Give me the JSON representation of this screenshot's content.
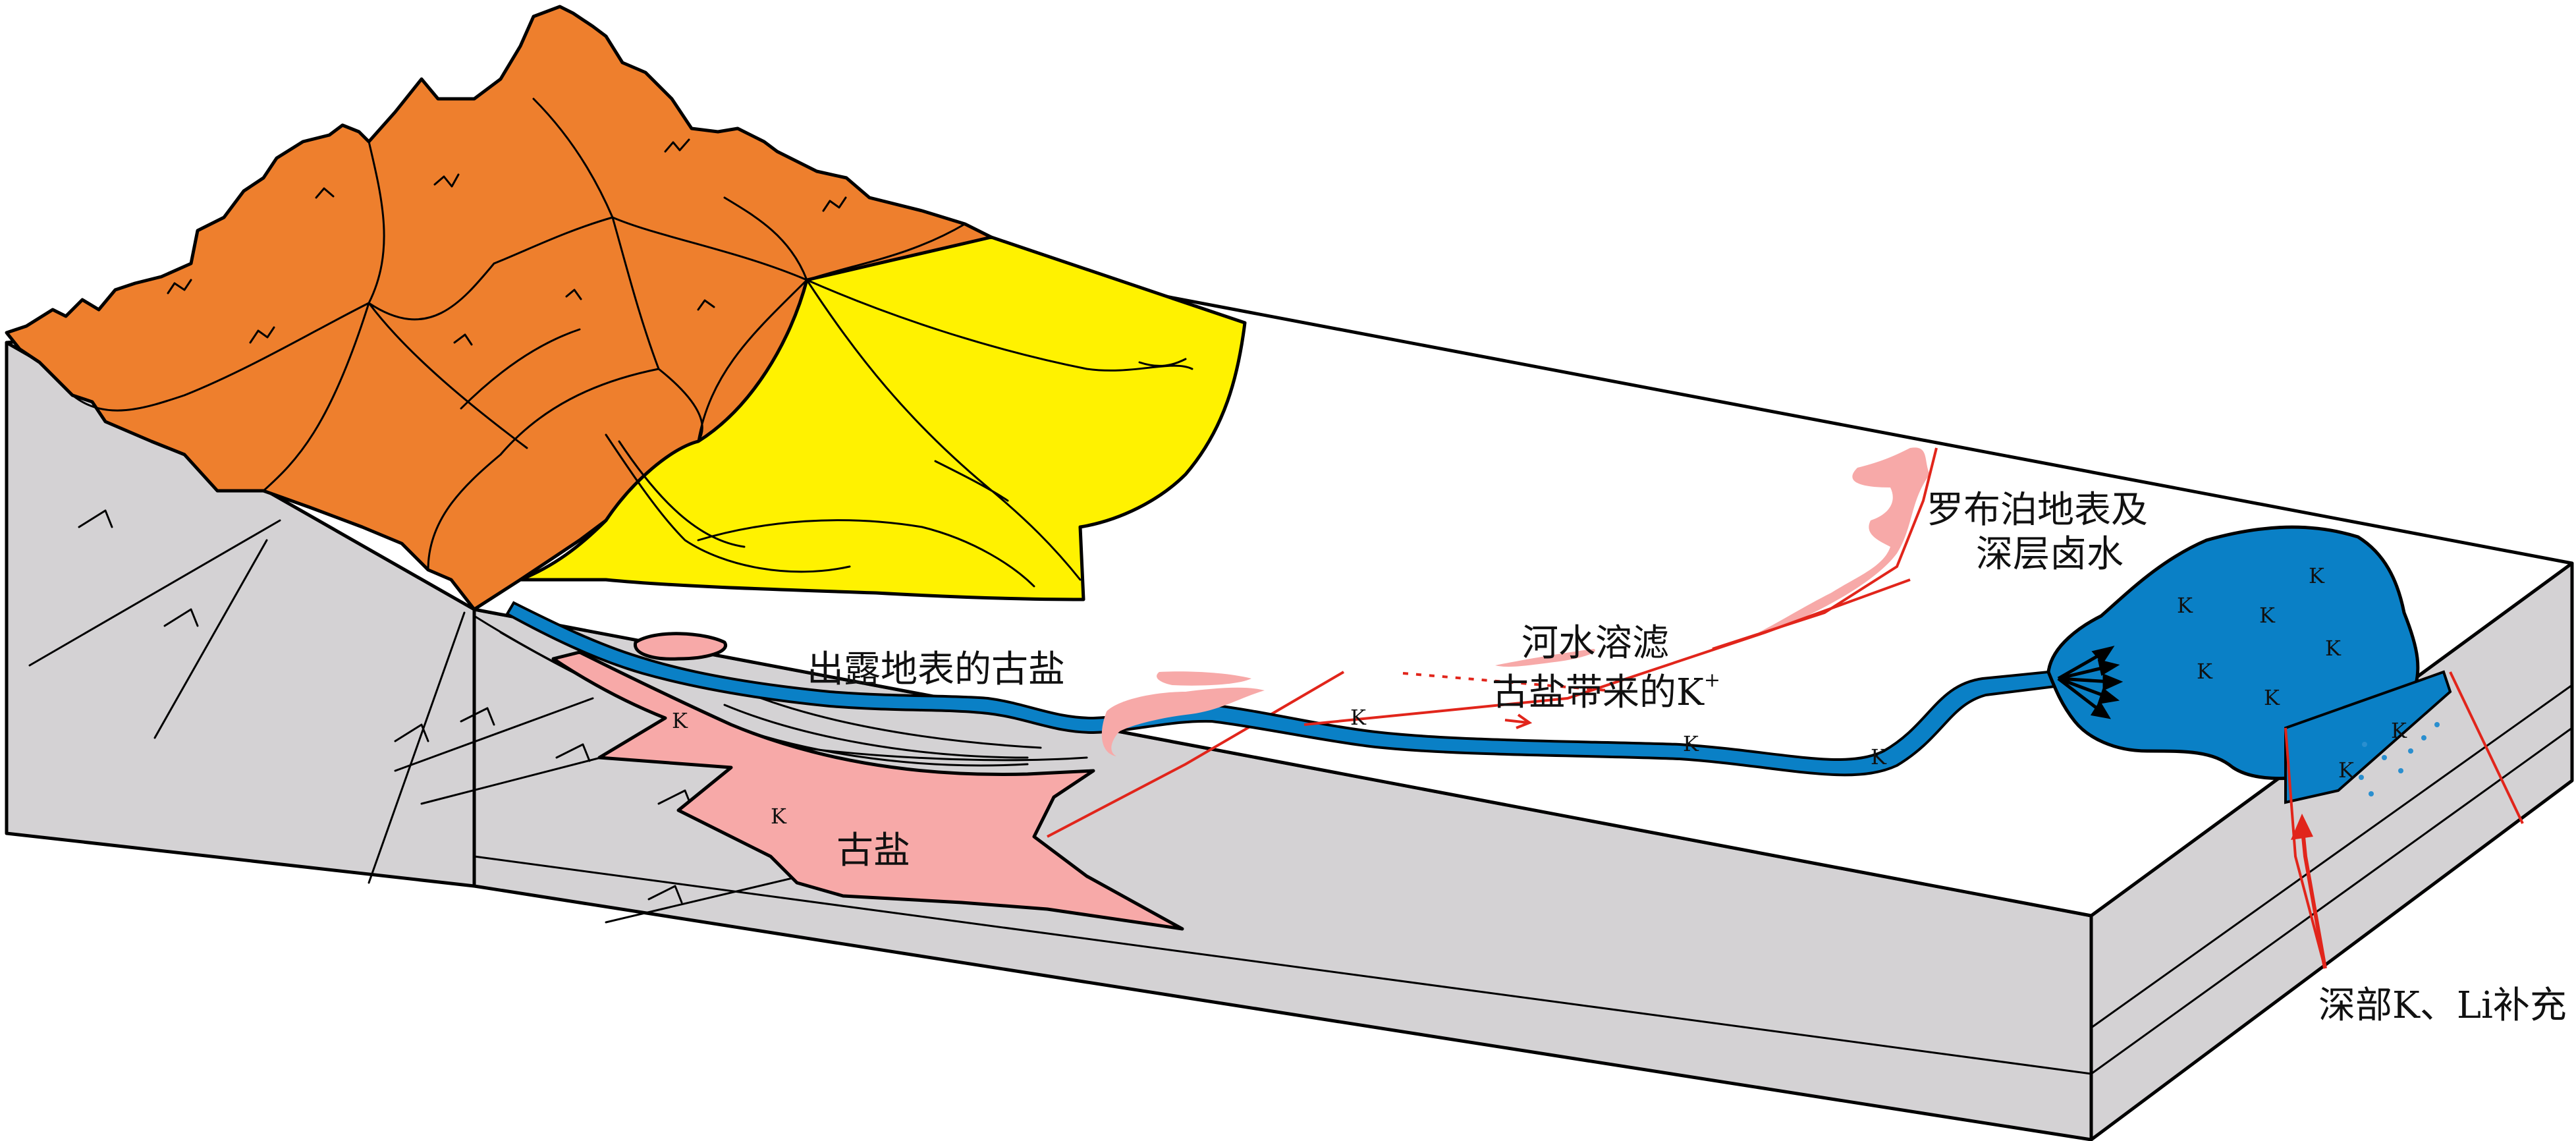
{
  "colors": {
    "block_side": "#d4d2d4",
    "block_top": "#ffffff",
    "mountain": "#ee7f2d",
    "alluvial_fan": "#fff200",
    "salt": "#f7a9a8",
    "brine": "#0a80c6",
    "fault_red": "#e1251b"
  },
  "labels": {
    "exposed_salt": "出露地表的古盐",
    "river_leach_line1": "河水溶滤",
    "river_leach_line2": "古盐带来的K",
    "river_leach_sup": "+",
    "lopnur_line1": "罗布泊地表及",
    "lopnur_line2": "深层卤水",
    "ancient_salt": "古盐",
    "deep_supply": "深部K、Li补充"
  },
  "k_symbol": "K"
}
